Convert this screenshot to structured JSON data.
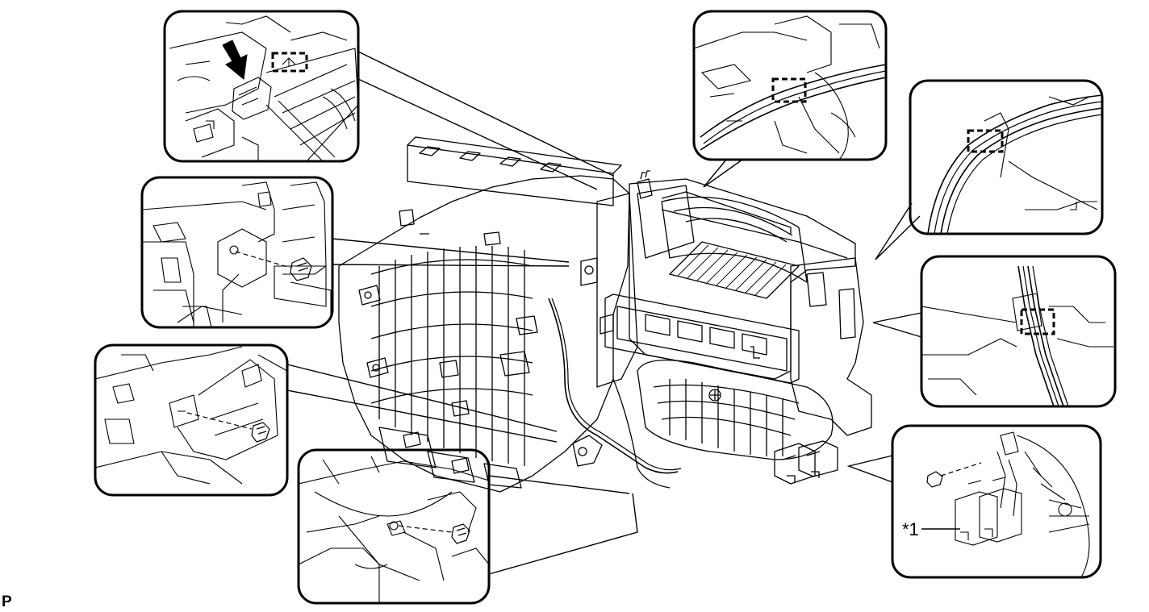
{
  "figure": {
    "code": "P",
    "callouts": [
      {
        "id": "item-1",
        "label": "*1"
      }
    ]
  },
  "icons": {
    "push_arrow": "black-arrow-icon",
    "clip": "dashed-clip-icon",
    "bolt": "bolt-icon"
  },
  "colors": {
    "line": "#000000",
    "background": "#ffffff"
  }
}
